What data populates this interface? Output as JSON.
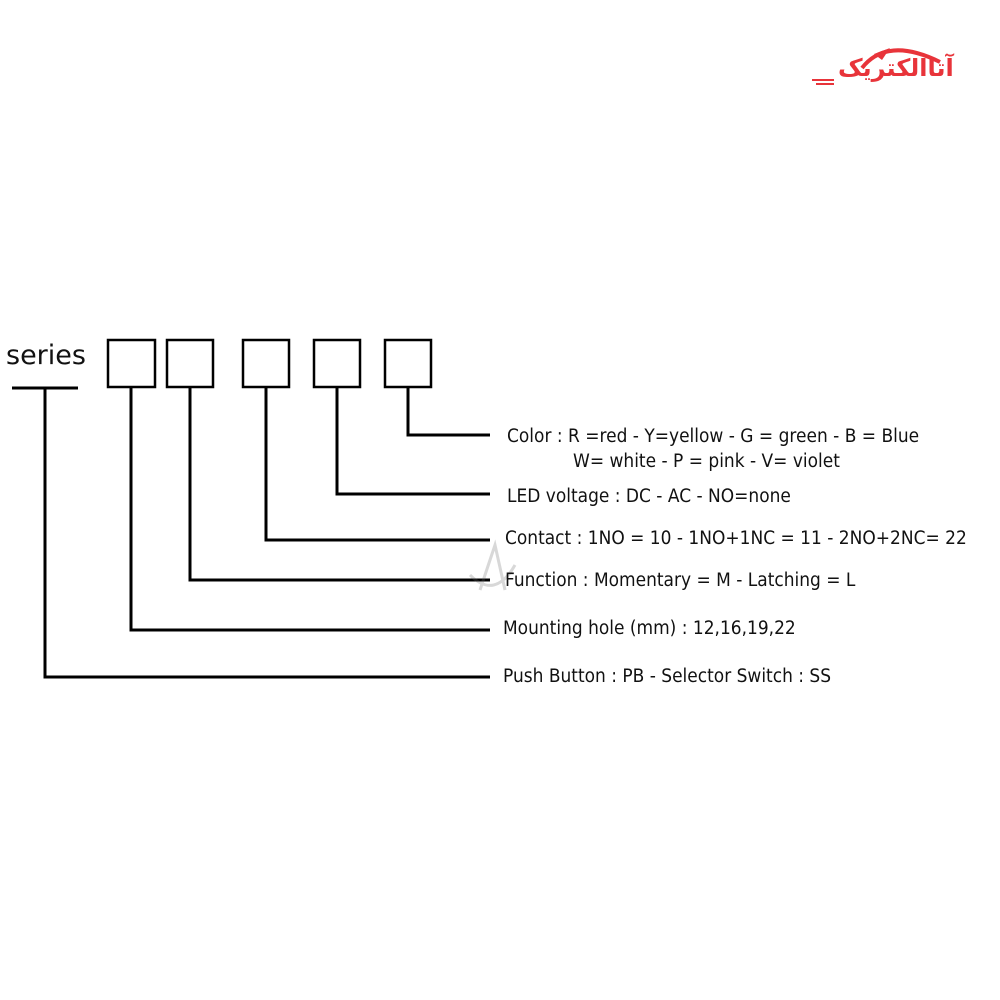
{
  "logo": {
    "text": "آتاالکتریک",
    "color": "#e8343a"
  },
  "diagram": {
    "series_label": "series",
    "entries": [
      {
        "id": "color",
        "lines": [
          "Color : R =red - Y=yellow - G = green - B = Blue",
          "W= white - P = pink - V= violet"
        ]
      },
      {
        "id": "led-voltage",
        "lines": [
          "LED voltage : DC - AC - NO=none"
        ]
      },
      {
        "id": "contact",
        "lines": [
          "Contact : 1NO = 10 - 1NO+1NC = 11 - 2NO+2NC= 22"
        ]
      },
      {
        "id": "function",
        "lines": [
          "Function : Momentary = M - Latching = L"
        ]
      },
      {
        "id": "mounting-hole",
        "lines": [
          "Mounting hole (mm) : 12,16,19,22"
        ]
      },
      {
        "id": "type",
        "lines": [
          "Push Button : PB  - Selector Switch : SS"
        ]
      }
    ]
  }
}
